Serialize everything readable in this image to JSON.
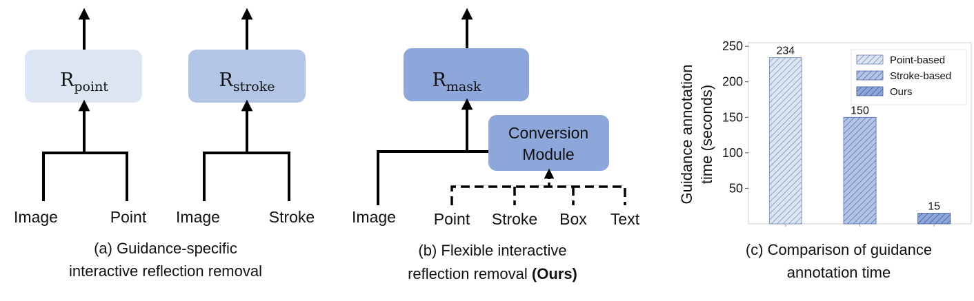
{
  "panel_a": {
    "modules": [
      {
        "symbol": "R",
        "subscript": "point",
        "color": "#dde5f3"
      },
      {
        "symbol": "R",
        "subscript": "stroke",
        "color": "#b3c5e6"
      }
    ],
    "inputs": [
      "Image",
      "Point",
      "Image",
      "Stroke"
    ],
    "caption_line1": "(a) Guidance-specific",
    "caption_line2": "interactive reflection removal"
  },
  "panel_b": {
    "module": {
      "symbol": "R",
      "subscript": "mask",
      "color": "#8ea7db"
    },
    "conversion_line1": "Conversion",
    "conversion_line2": "Module",
    "conversion_color": "#8ea7db",
    "input_image": "Image",
    "guidance_inputs": [
      "Point",
      "Stroke",
      "Box",
      "Text"
    ],
    "caption_line1": "(b) Flexible interactive",
    "caption_line2_prefix": "reflection removal",
    "caption_line2_bold": "(Ours)"
  },
  "panel_c": {
    "caption_line1": "(c) Comparison of guidance",
    "caption_line2": "annotation time",
    "chart_data": {
      "type": "bar",
      "ylabel_line1": "Guidance annotation",
      "ylabel_line2": "time (seconds)",
      "ylim": [
        0,
        255
      ],
      "yticks": [
        50,
        100,
        150,
        200,
        250
      ],
      "grid": false,
      "legend_position": "top-right",
      "series": [
        {
          "name": "Point-based",
          "value": 234,
          "color": "#dde5f3",
          "hatch_color": "#6d84b4"
        },
        {
          "name": "Stroke-based",
          "value": 150,
          "color": "#b3c5e6",
          "hatch_color": "#4e68a3"
        },
        {
          "name": "Ours",
          "value": 15,
          "color": "#8ea7db",
          "hatch_color": "#3a5594"
        }
      ]
    }
  }
}
